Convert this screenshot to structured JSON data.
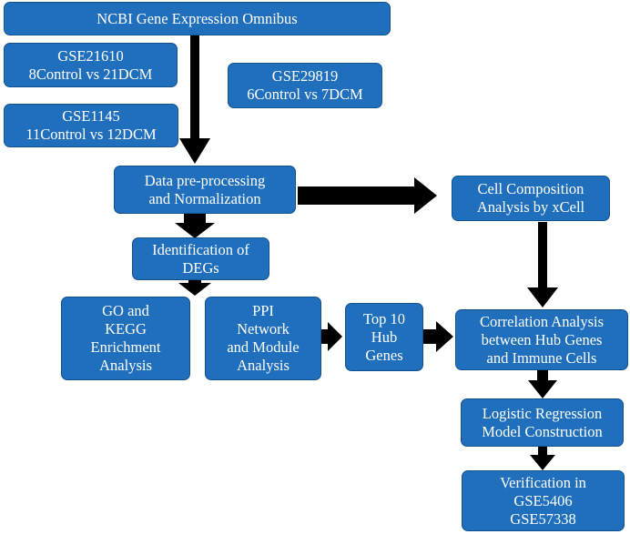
{
  "boxes": {
    "geo": [
      "NCBI Gene Expression Omnibus"
    ],
    "gse21610": [
      "GSE21610",
      "8Control vs 21DCM"
    ],
    "gse29819": [
      "GSE29819",
      "6Control  vs 7DCM"
    ],
    "gse1145": [
      "GSE1145",
      "11Control  vs 12DCM"
    ],
    "preprocess": [
      "Data pre-processing",
      "and Normalization"
    ],
    "xcell": [
      "Cell Composition",
      "Analysis by xCell"
    ],
    "degs": [
      "Identification of",
      "DEGs"
    ],
    "go_kegg": [
      "GO and",
      "KEGG",
      "Enrichment",
      "Analysis"
    ],
    "ppi": [
      "PPI",
      "Network",
      "and Module",
      "Analysis"
    ],
    "hub": [
      "Top 10",
      "Hub",
      "Genes"
    ],
    "correlation": [
      "Correlation Analysis",
      "between Hub Genes",
      "and Immune Cells"
    ],
    "logistic": [
      "Logistic Regression",
      "Model Construction"
    ],
    "verification": [
      "Verification in",
      "GSE5406",
      "GSE57338"
    ]
  },
  "colors": {
    "box_fill": "#1f6fbd",
    "box_border": "#14508d",
    "arrow": "#000000",
    "text": "#ffffff"
  }
}
